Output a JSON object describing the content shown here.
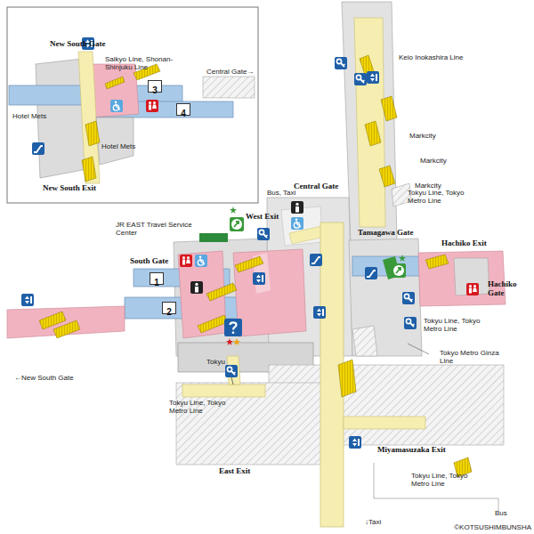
{
  "diagram": {
    "nodes": [
      {
        "text": [
          "3"
        ]
      },
      {
        "text": [
          "4"
        ]
      },
      {
        "text": [
          "1"
        ]
      },
      {
        "text": [
          "2"
        ]
      }
    ],
    "labels": [
      "New South Gate",
      "Saikyo Line, Shonan-Shinjuku Line",
      "Central Gate→",
      "Hotel Mets",
      "Hotel Mets",
      "New South Exit",
      "Keio Inokashira Line",
      "Markcity",
      "Markcity",
      "Markcity",
      "Central Gate",
      "Bus, Taxi",
      "West Exit",
      "JR EAST Travel Service Center",
      "Tokyu Line, Tokyo Metro Line",
      "Tamagawa Gate",
      "Hachiko Exit",
      "South Gate",
      "Hachiko Gate",
      "←New South Gate",
      "Tokyu",
      "Tokyu Line, Tokyo Metro Line",
      "Tokyu Line, Tokyo Metro Line",
      "Tokyo Metro Ginza Line",
      "East Exit",
      "Miyamasuzaka Exit",
      "Tokyu Line, Tokyo Metro Line",
      "↓Taxi",
      "Bus",
      "©KOTSUSHIMBUNSHA"
    ]
  }
}
